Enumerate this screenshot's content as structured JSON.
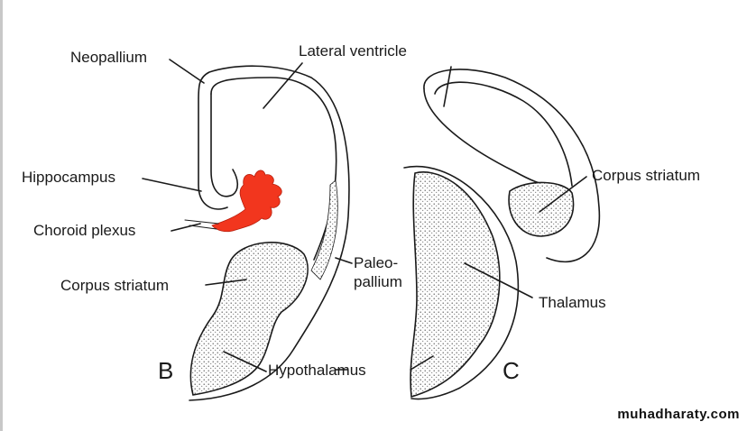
{
  "panel_b": {
    "letter": "B",
    "labels": {
      "neopallium": "Neopallium",
      "lateral_ventricle": "Lateral ventricle",
      "hippocampus": "Hippocampus",
      "choroid_plexus": "Choroid plexus",
      "corpus_striatum": "Corpus striatum",
      "paleopallium_1": "Paleo-",
      "paleopallium_2": "pallium",
      "hypothalamus": "Hypothalamus"
    }
  },
  "panel_c": {
    "letter": "C",
    "labels": {
      "corpus_striatum": "Corpus striatum",
      "thalamus": "Thalamus"
    }
  },
  "colors": {
    "choroid": "#f2361e",
    "ink": "#1a1a1a"
  },
  "watermark": "muhadharaty.com"
}
